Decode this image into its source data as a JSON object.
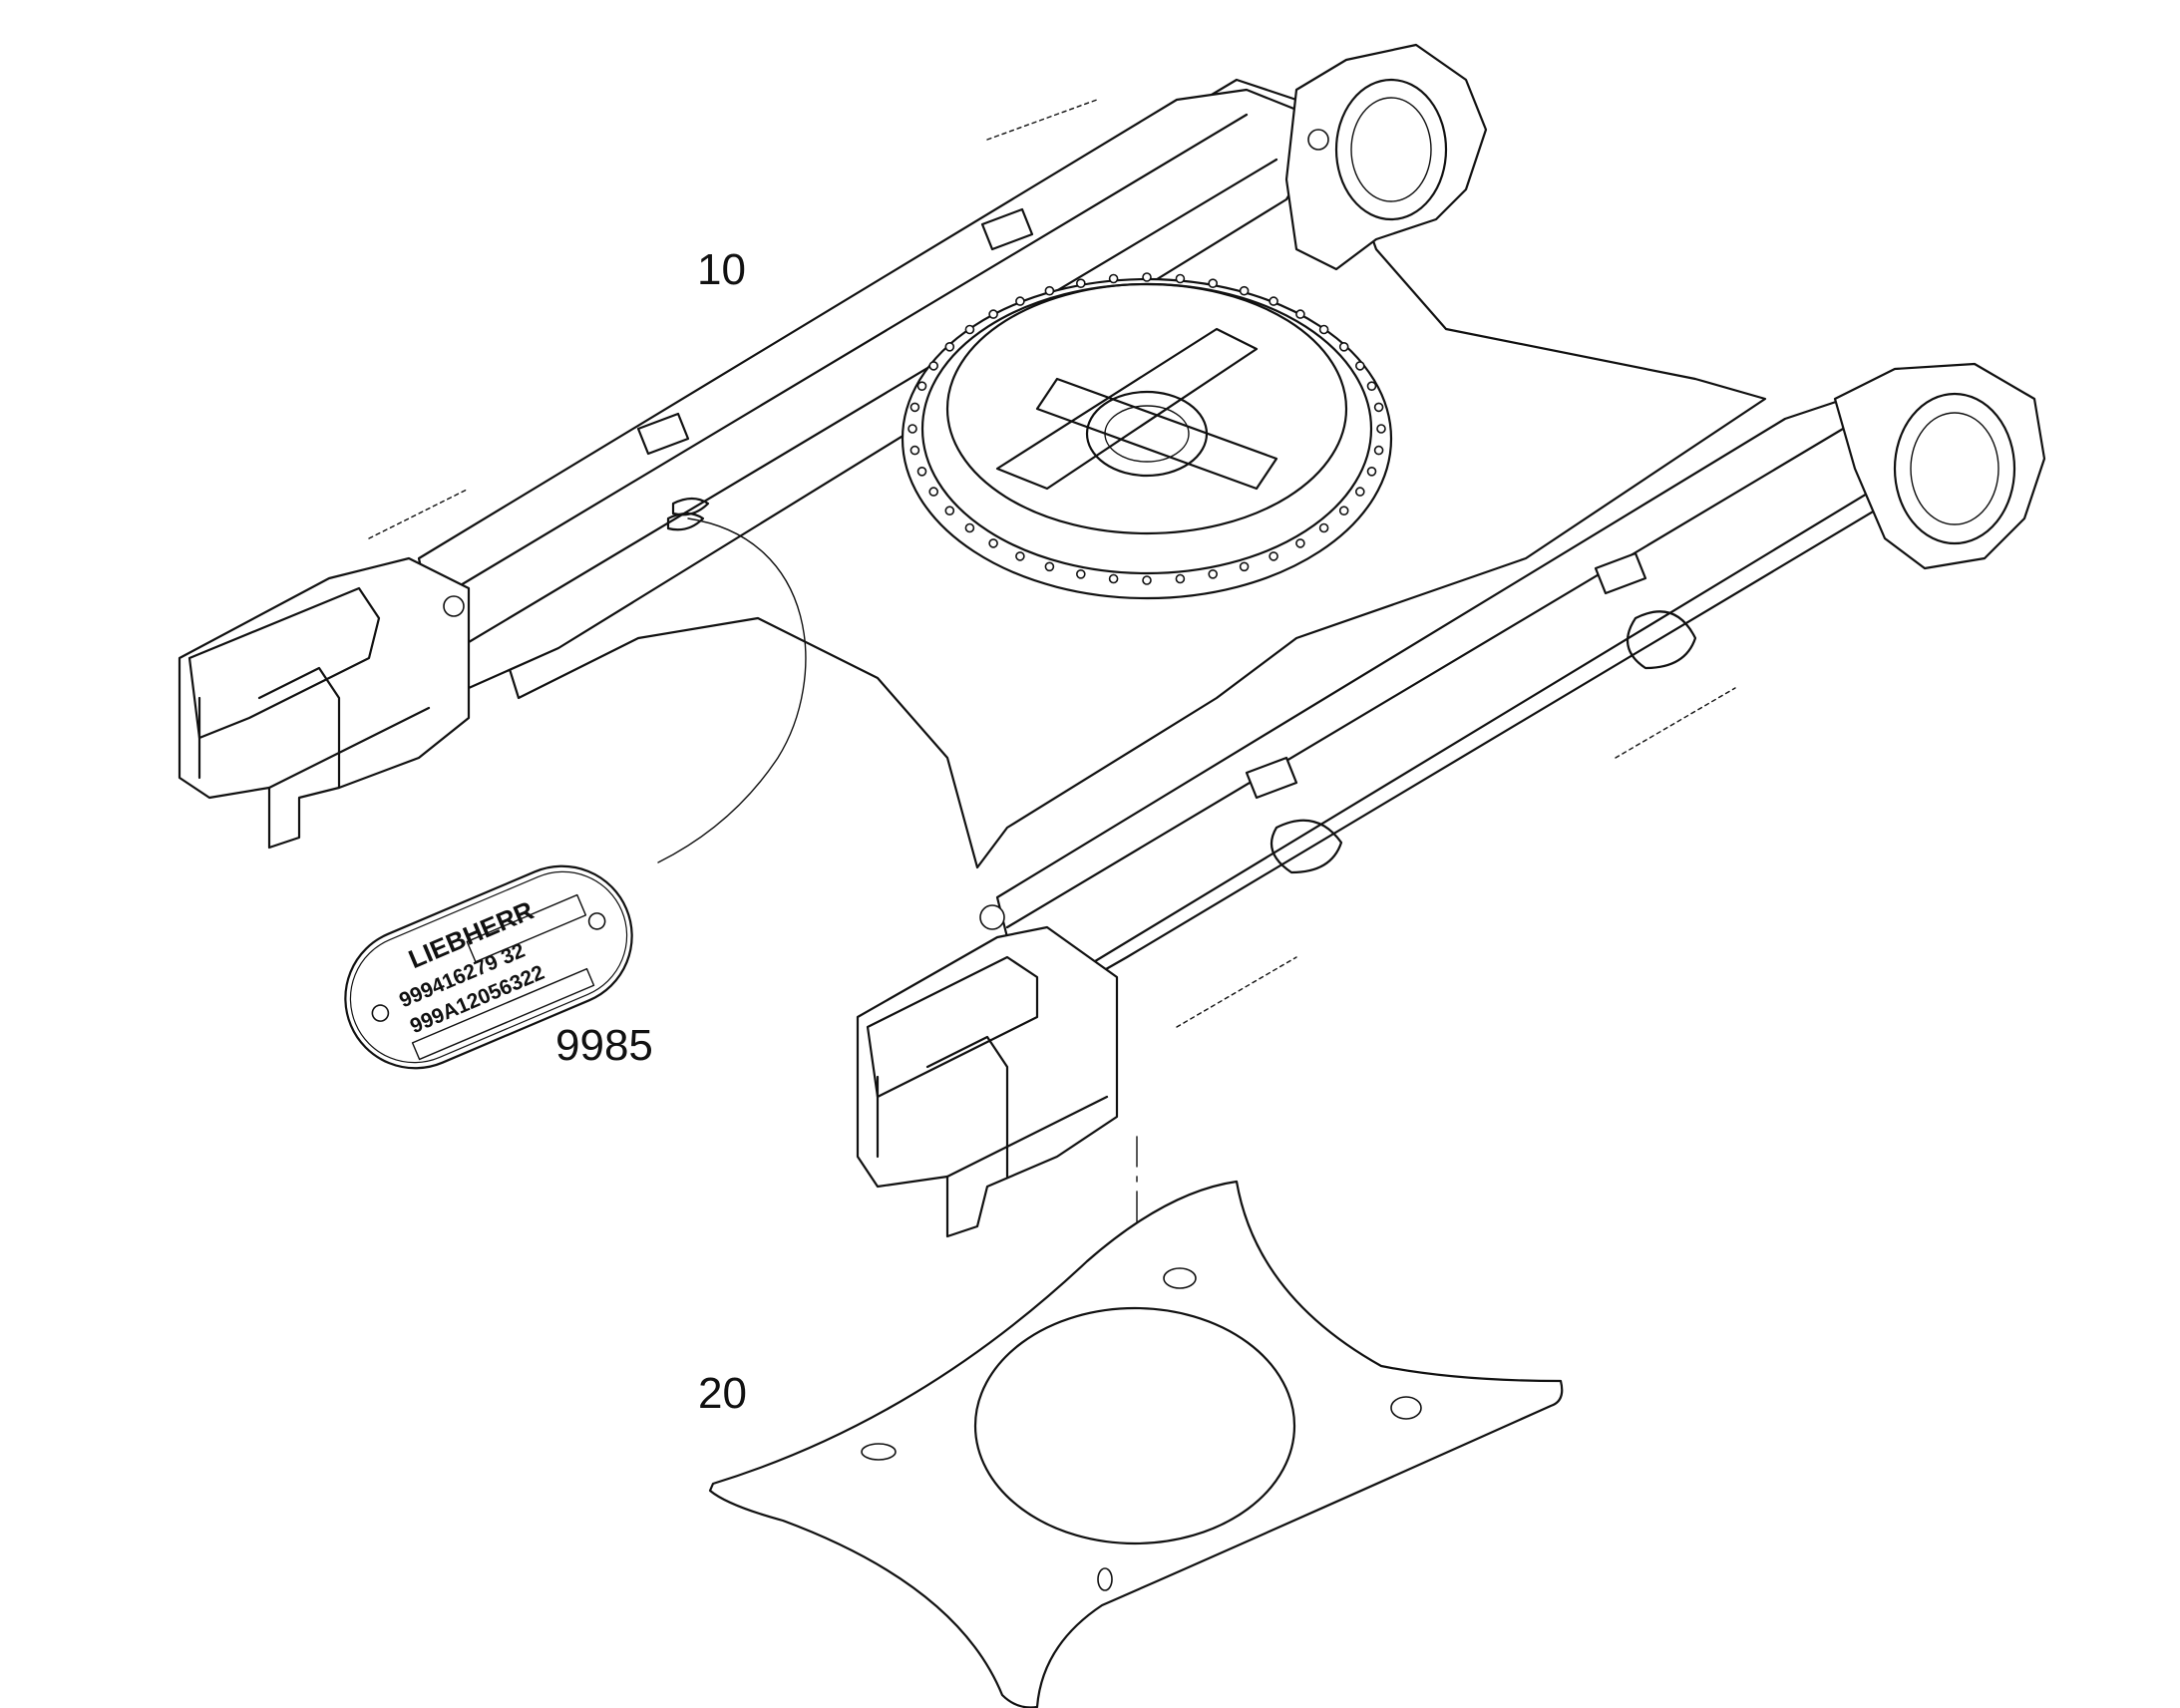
{
  "callouts": {
    "frame": "10",
    "plate": "20",
    "nameplate": "9985"
  },
  "nameplate": {
    "brand": "LIEBHERR",
    "line1": "99941627​9  32",
    "line2": "999A12056322"
  },
  "colors": {
    "line": "#111111",
    "background": "#ffffff"
  }
}
